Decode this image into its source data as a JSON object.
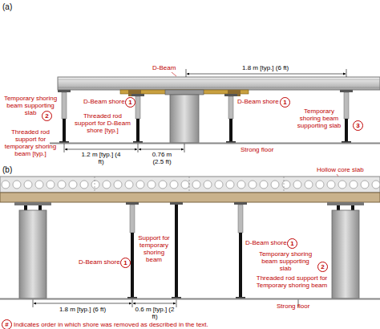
{
  "diagram": {
    "nodes": [
      {
        "text": [
          "1"
        ]
      },
      {
        "text": [
          "2"
        ]
      },
      {
        "text": [
          "1"
        ]
      },
      {
        "text": [
          "3"
        ]
      },
      {
        "text": [
          "1"
        ]
      },
      {
        "text": [
          "2"
        ]
      },
      {
        "text": [
          "1"
        ]
      },
      {
        "text": [
          "#"
        ]
      }
    ],
    "labels": [
      "(a)",
      "D-Beam",
      "1.8 m [typ.] (6 ft)",
      "Temporary shoring beam supporting slab",
      "D-Beam shore",
      "D-Beam shore",
      "Temporary shoring beam supporting slab",
      "Threaded rod support for temporary shoring beam [typ.]",
      "Threaded rod support for D-Beam shore [typ.]",
      "1.2 m [typ.] (4 ft)",
      "0.76 m (2.5 ft)",
      "Strong floor",
      "(b)",
      "Hollow core slab",
      "D-Beam shore",
      "D-Beam shore",
      "Temporary shoring beam supporting slab",
      "Support for temporary shoring beam",
      "Threaded rod support for Temporary shoring beam",
      "1.8 m [typ.] (6 ft)",
      "0.6 m [typ.] (2 ft)",
      "Strong floor",
      "Indicates order in which shore was removed as described in the text."
    ]
  }
}
